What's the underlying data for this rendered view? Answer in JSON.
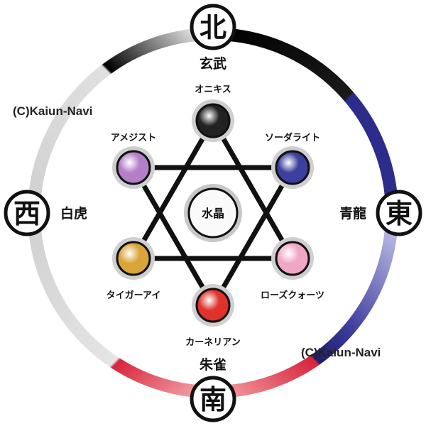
{
  "watermarks": [
    "(C)Kaiun-Navi",
    "(C)Kaiun-Navi"
  ],
  "directions": {
    "north": "北",
    "south": "南",
    "east": "東",
    "west": "西"
  },
  "guardians": {
    "north": "玄武",
    "south": "朱雀",
    "east": "青龍",
    "west": "白虎"
  },
  "center": {
    "label": "水晶",
    "color": "#f4f4f4"
  },
  "stones": [
    {
      "id": "onyx",
      "label": "オニキス",
      "color": "#222222"
    },
    {
      "id": "sodalite",
      "label": "ソーダライト",
      "color": "#3b3f9e"
    },
    {
      "id": "rosequartz",
      "label": "ローズクォーツ",
      "color": "#f0a7c6"
    },
    {
      "id": "carnelian",
      "label": "カーネリアン",
      "color": "#e0312b"
    },
    {
      "id": "tigereye",
      "label": "タイガーアイ",
      "color": "#d9a53a"
    },
    {
      "id": "amethyst",
      "label": "アメジスト",
      "color": "#b47fc7"
    }
  ],
  "ring_colors": {
    "north": "#111111",
    "east": "#2c2c8a",
    "south": "#d8243a",
    "west": "#d9d9d9"
  }
}
